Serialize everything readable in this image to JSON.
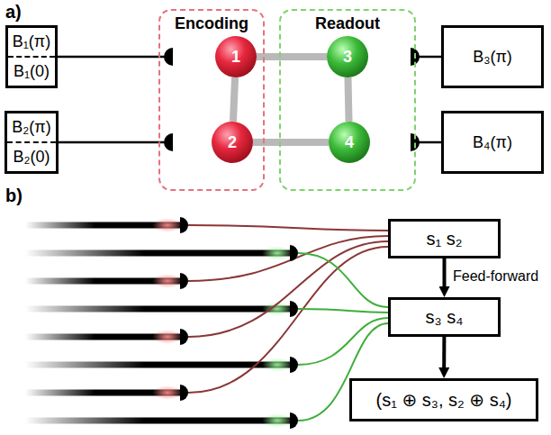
{
  "diagram": {
    "nodes": [
      {
        "text": [
          "Encoding"
        ]
      },
      {
        "text": [
          "1"
        ],
        "in": 0
      },
      {
        "text": [
          "2"
        ],
        "in": 0
      },
      {
        "text": [
          "Readout"
        ]
      },
      {
        "text": [
          "3"
        ],
        "in": 3
      },
      {
        "text": [
          "4"
        ],
        "in": 3
      },
      {
        "text": [
          "B₁(π)",
          "B₁(0)"
        ]
      },
      {
        "text": [
          "B₂(π)",
          "B₂(0)"
        ]
      },
      {
        "text": [
          "B₃(π)"
        ]
      },
      {
        "text": [
          "B₄(π)"
        ]
      },
      {
        "text": [
          "s₁ s₂"
        ]
      },
      {
        "text": [
          "s₃ s₄"
        ]
      },
      {
        "text": [
          "(s₁ ⊕ s₃, s₂ ⊕ s₄)"
        ]
      }
    ],
    "edges": [
      {
        "from": 1,
        "to": 4,
        "arrow": "none"
      },
      {
        "from": 1,
        "to": 2,
        "arrow": "none"
      },
      {
        "from": 4,
        "to": 5,
        "arrow": "none"
      },
      {
        "from": 2,
        "to": 5,
        "arrow": "none"
      },
      {
        "from": 10,
        "to": 11,
        "arrow": "to"
      },
      {
        "from": 11,
        "to": 12,
        "arrow": "to"
      }
    ],
    "labels": [
      "a)",
      "b)",
      "Feed-forward"
    ]
  }
}
